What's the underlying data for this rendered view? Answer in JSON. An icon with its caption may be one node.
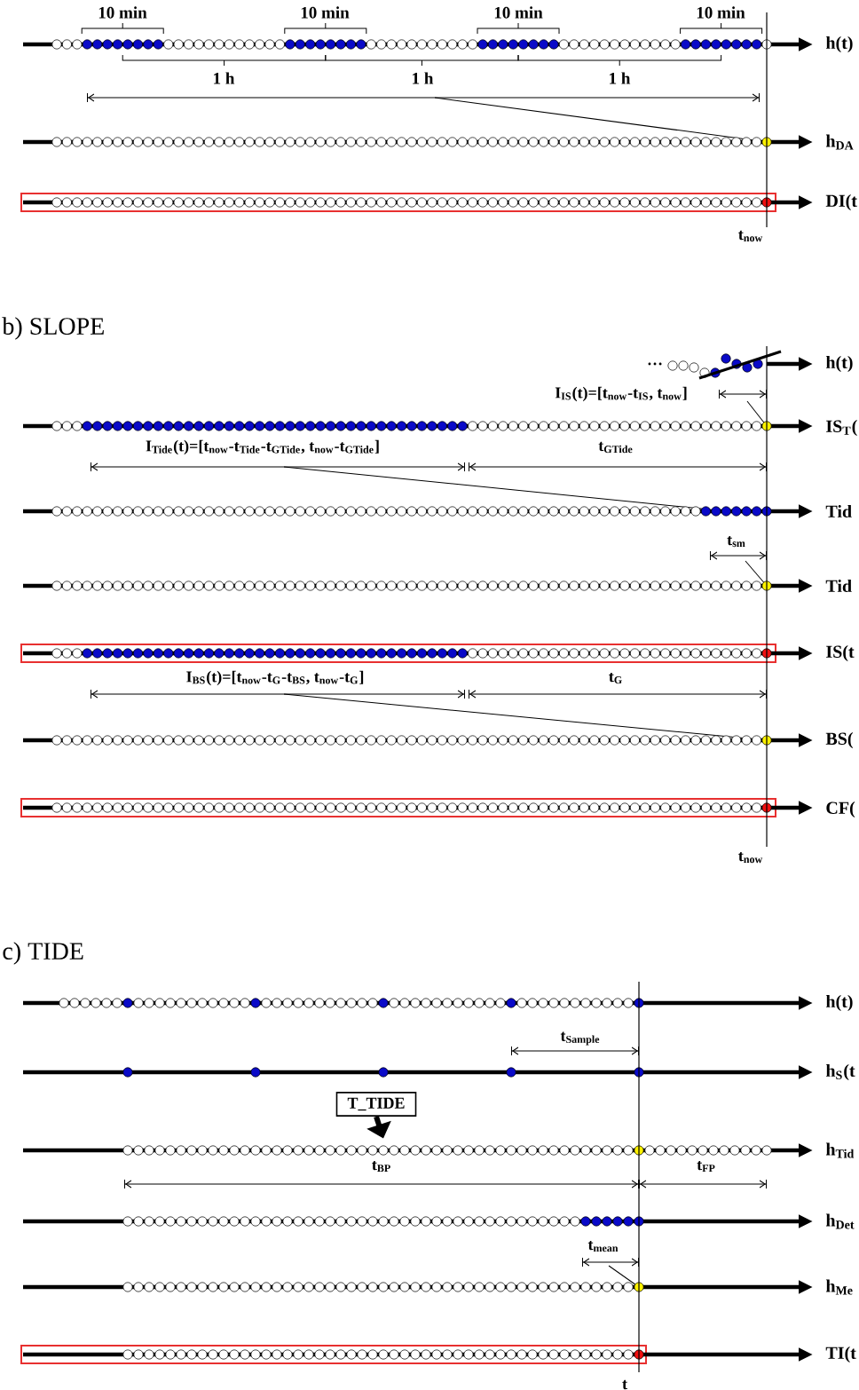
{
  "diagram": {
    "nodes": [
      {
        "text": [
          "T_TIDE"
        ]
      },
      {
        "text": [],
        "shape": "circle"
      }
    ],
    "edges": [
      {
        "from": 0,
        "to": 1,
        "arrow": "to"
      }
    ],
    "labels": [
      "10 min",
      "10 min",
      "10 min",
      "10 min",
      "1 h",
      "1 h",
      "1 h",
      "h(t)",
      "h$_{DA}$",
      "DI(t",
      "t$_{now}$",
      "b) SLOPE",
      "…",
      "h(t)",
      "I$_{IS}$(t)=[t$_{now}$-t$_{IS}$, t$_{now}$]",
      "IS$_{T}$(",
      "I$_{Tide}$(t)=[t$_{now}$-t$_{Tide}$-t$_{GTide}$, t$_{now}$-t$_{GTide}$]",
      "t$_{GTide}$",
      "Tid",
      "t$_{sm}$",
      "Tid",
      "IS(t",
      "I$_{BS}$(t)=[t$_{now}$-t$_{G}$-t$_{BS}$, t$_{now}$-t$_{G}$]",
      "t$_{G}$",
      "BS(",
      "CF(",
      "t$_{now}$",
      "c) TIDE",
      "h(t)",
      "t$_{Sample}$",
      "h$_{S}$(t",
      "h$_{Tid}$",
      "t$_{BP}$",
      "t$_{FP}$",
      "h$_{Det}$",
      "t$_{mean}$",
      "h$_{Me}$",
      "TI(t",
      "t"
    ]
  }
}
